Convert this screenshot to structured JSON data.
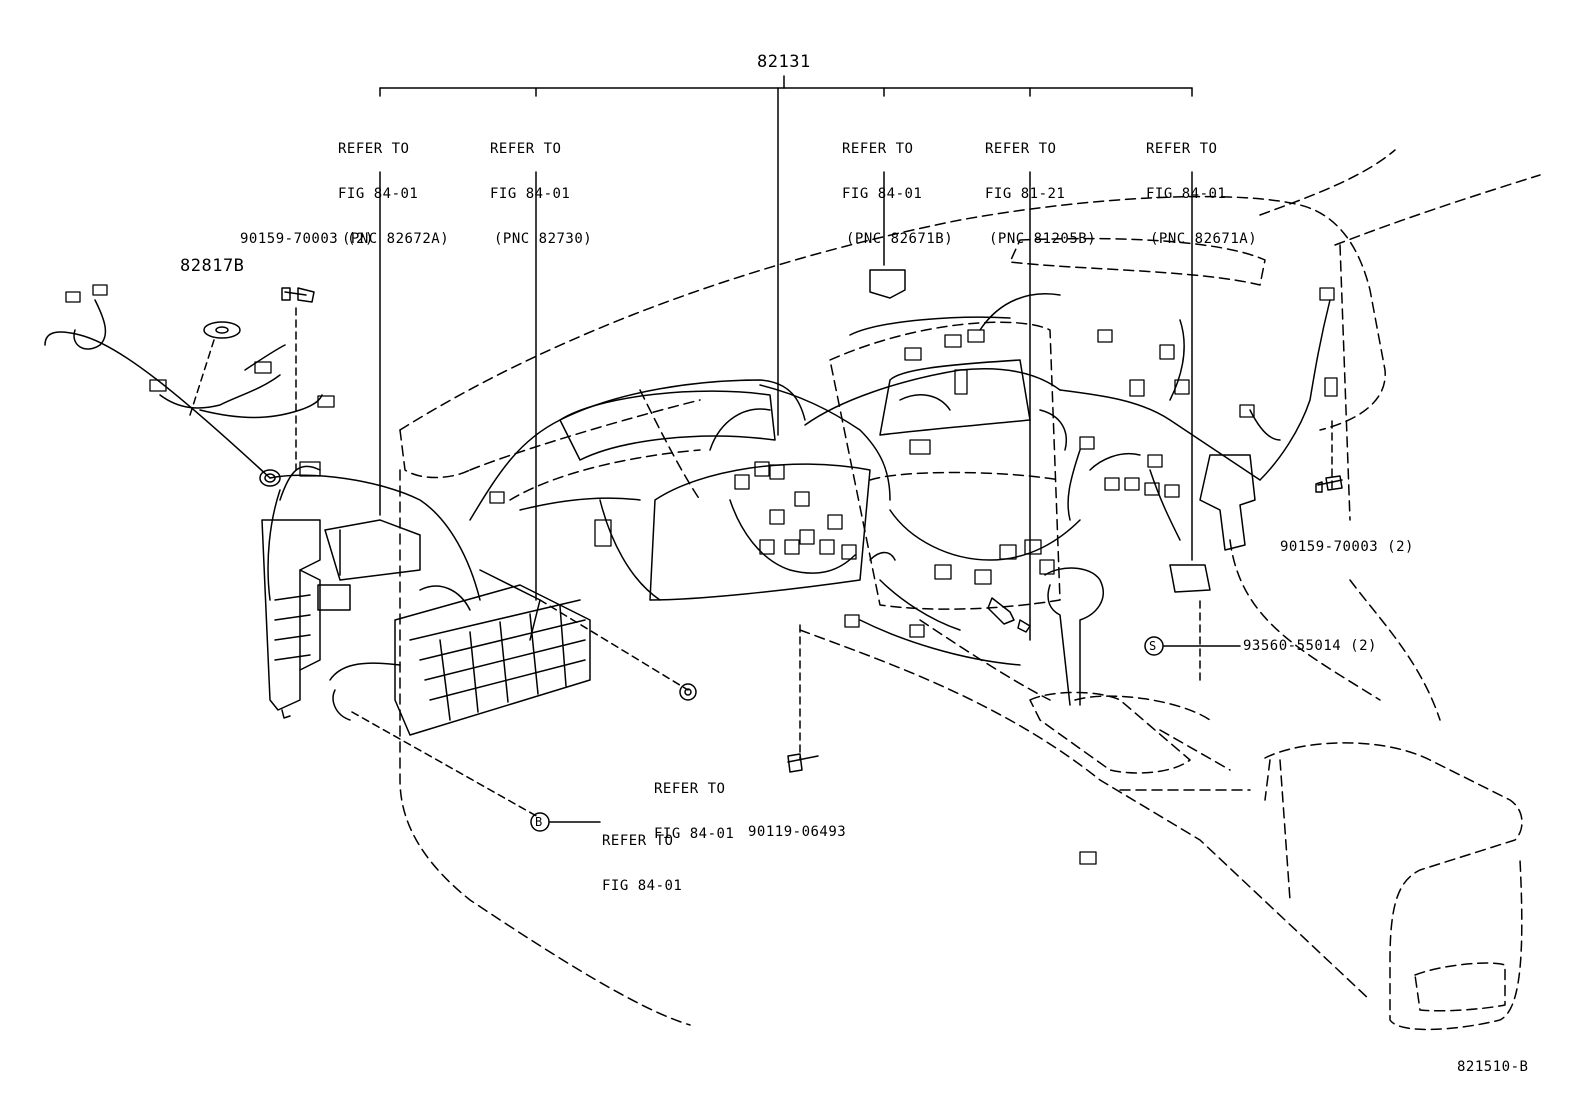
{
  "harness_part": "82131",
  "refer_labels": [
    {
      "line1": "REFER TO",
      "line2": "FIG 84-01",
      "line3": "(PNC 82672A)"
    },
    {
      "line1": "REFER TO",
      "line2": "FIG 84-01",
      "line3": "(PNC 82730)"
    },
    {
      "line1": "REFER TO",
      "line2": "FIG 84-01",
      "line3": "(PNC 82671B)"
    },
    {
      "line1": "REFER TO",
      "line2": "FIG 81-21",
      "line3": "(PNC 81205B)"
    },
    {
      "line1": "REFER TO",
      "line2": "FIG 84-01",
      "line3": "(PNC 82671A)"
    }
  ],
  "bolt_left": "90159-70003 (2)",
  "clamp_part": "82817B",
  "bolt_right": "90159-70003 (2)",
  "clip_s": {
    "marker": "S",
    "part": "93560-55014 (2)"
  },
  "nut_refer": {
    "line1": "REFER TO",
    "line2": "FIG 84-01"
  },
  "bolt_bottom": "90119-06493",
  "ref_b": {
    "marker": "B",
    "line1": "REFER TO",
    "line2": "FIG 84-01"
  },
  "figure_code": "821510-B",
  "colors": {
    "line": "#000000",
    "background": "#ffffff"
  }
}
